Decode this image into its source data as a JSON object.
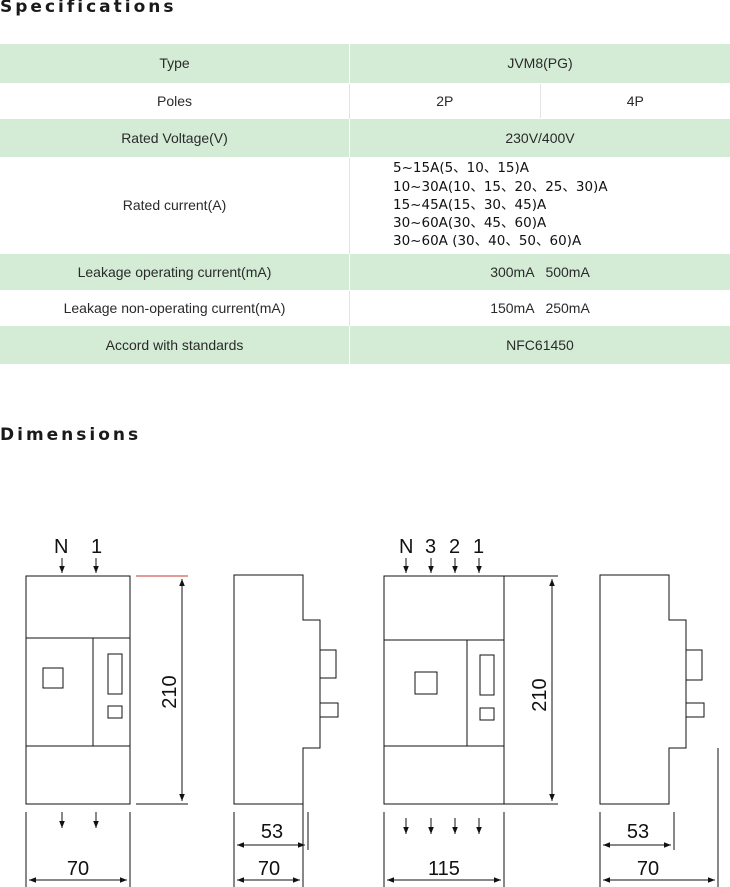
{
  "headings": {
    "specifications": "Specifications",
    "dimensions": "Dimensions"
  },
  "spec": {
    "type": {
      "label": "Type",
      "value": "JVM8(PG)"
    },
    "poles": {
      "label": "Poles",
      "value_2p": "2P",
      "value_4p": "4P"
    },
    "rated_voltage": {
      "label": "Rated Voltage(V)",
      "value": "230V/400V"
    },
    "rated_current": {
      "label": "Rated current(A)",
      "values": [
        "5~15A(5、10、15)A",
        "10~30A(10、15、20、25、30)A",
        "15~45A(15、30、45)A",
        "30~60A(30、45、60)A",
        "30~60A (30、40、50、60)A"
      ]
    },
    "leakage_operating": {
      "label": "Leakage operating current(mA)",
      "value": "300mA   500mA"
    },
    "leakage_non_operating": {
      "label": "Leakage non-operating current(mA)",
      "value": "150mA   250mA"
    },
    "standards": {
      "label": "Accord with standards",
      "value": "NFC61450"
    }
  },
  "dimensions": {
    "front_2p": {
      "terminals": [
        "N",
        "1"
      ],
      "height": "210",
      "width": "70"
    },
    "side_2p": {
      "depth_step": "53",
      "width": "70"
    },
    "front_4p": {
      "terminals": [
        "N",
        "3",
        "2",
        "1"
      ],
      "height": "210",
      "width": "115"
    },
    "side_4p": {
      "depth_step": "53",
      "width": "70"
    }
  },
  "colors": {
    "row_green": "#d4ecd6",
    "line": "#111111",
    "accent_red": "#c0392b"
  }
}
